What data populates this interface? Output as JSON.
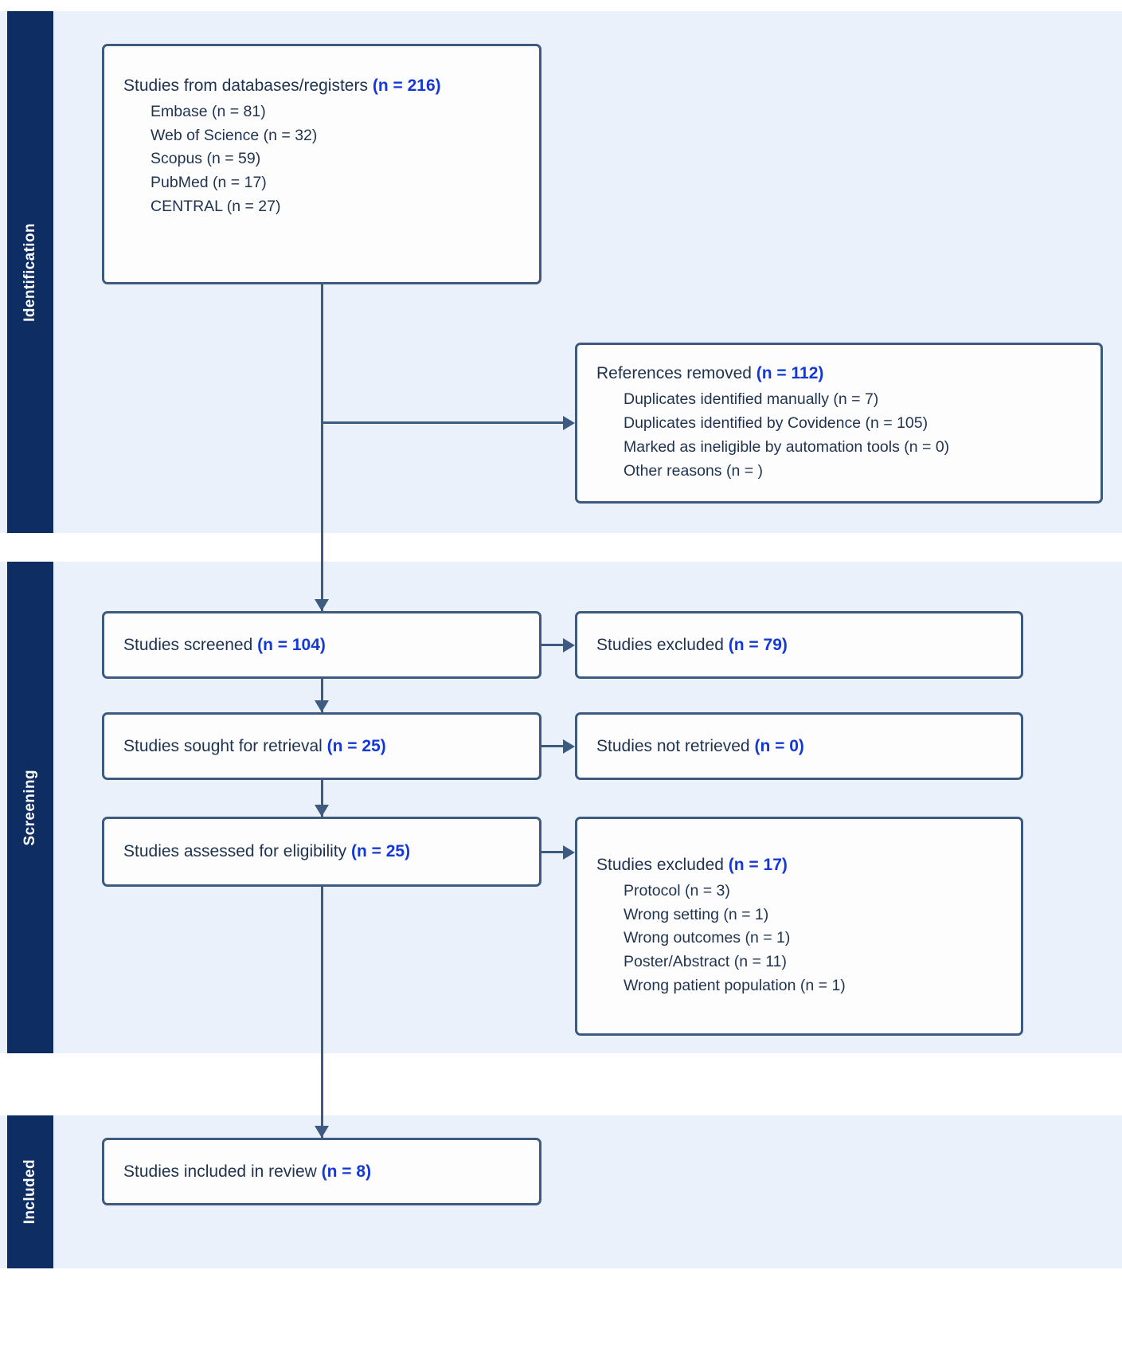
{
  "diagram": {
    "type": "PRISMA flow diagram",
    "accent_color": "#1438d8",
    "box_border_color": "#3d5a80",
    "band_color": "#eaf1fa",
    "stage_tab_color": "#0d2d63"
  },
  "stages": {
    "identification": "Identification",
    "screening": "Screening",
    "included": "Included"
  },
  "boxes": {
    "databases": {
      "headline_text": "Studies from databases/registers ",
      "headline_count": "(n = 216)",
      "items": [
        "Embase (n = 81)",
        "Web of Science (n = 32)",
        "Scopus (n = 59)",
        "PubMed (n = 17)",
        "CENTRAL (n = 27)"
      ]
    },
    "references_removed": {
      "headline_text": "References removed ",
      "headline_count": "(n = 112)",
      "items": [
        "Duplicates identified manually (n = 7)",
        "Duplicates identified by Covidence (n = 105)",
        "Marked as ineligible by automation tools (n = 0)",
        "Other reasons (n = )"
      ]
    },
    "studies_screened": {
      "headline_text": "Studies screened ",
      "headline_count": "(n = 104)"
    },
    "studies_excluded_screening": {
      "headline_text": "Studies excluded ",
      "headline_count": "(n = 79)"
    },
    "studies_sought": {
      "headline_text": "Studies sought for retrieval ",
      "headline_count": "(n = 25)"
    },
    "studies_not_retrieved": {
      "headline_text": "Studies not retrieved ",
      "headline_count": "(n = 0)"
    },
    "studies_assessed": {
      "headline_text": "Studies assessed for eligibility ",
      "headline_count": "(n = 25)"
    },
    "studies_excluded_eligibility": {
      "headline_text": "Studies excluded ",
      "headline_count": "(n = 17)",
      "items": [
        "Protocol (n = 3)",
        "Wrong setting (n = 1)",
        "Wrong outcomes (n = 1)",
        "Poster/Abstract (n = 11)",
        "Wrong patient population (n = 1)"
      ]
    },
    "studies_included": {
      "headline_text": "Studies included in review ",
      "headline_count": "(n = 8)"
    }
  }
}
